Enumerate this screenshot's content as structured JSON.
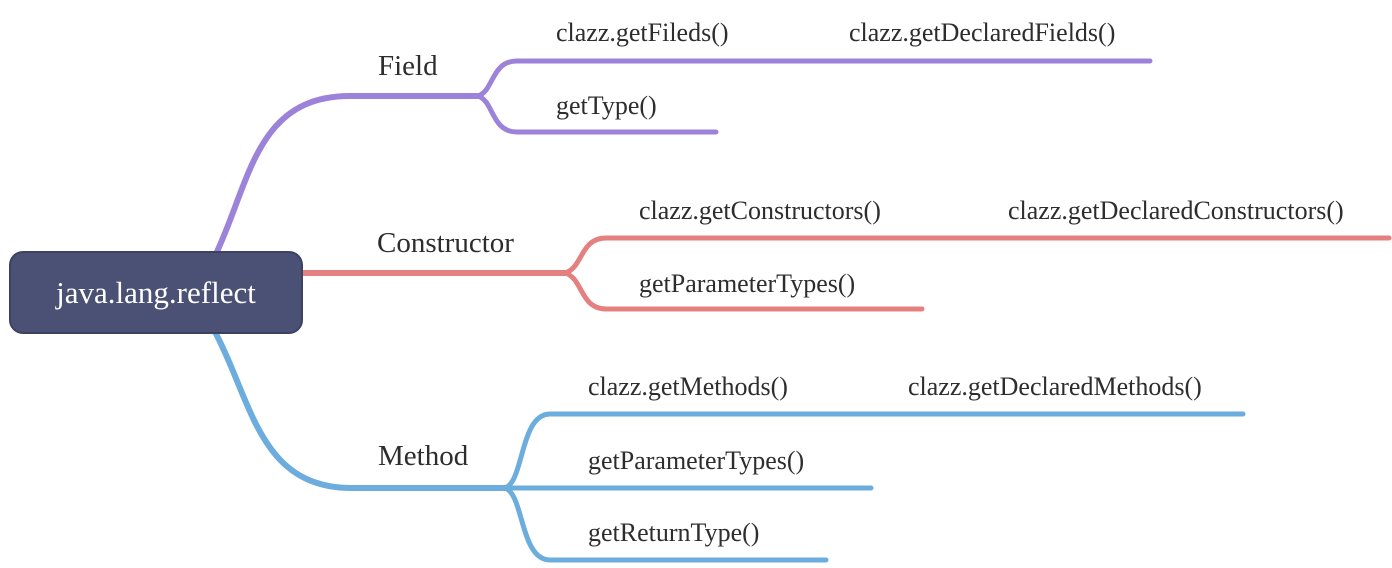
{
  "root": {
    "label": "java.lang.reflect",
    "bg_color": "#4a5174",
    "border_color": "#3c4261",
    "text_color": "#ffffff"
  },
  "branches": [
    {
      "label": "Field",
      "color": "#9c82d8",
      "children": [
        {
          "label": "clazz.getFileds()",
          "children": [
            {
              "label": "clazz.getDeclaredFields()"
            }
          ]
        },
        {
          "label": "getType()"
        }
      ]
    },
    {
      "label": "Constructor",
      "color": "#e4807f",
      "children": [
        {
          "label": "clazz.getConstructors()",
          "children": [
            {
              "label": "clazz.getDeclaredConstructors()"
            }
          ]
        },
        {
          "label": "getParameterTypes()"
        }
      ]
    },
    {
      "label": "Method",
      "color": "#6cadde",
      "children": [
        {
          "label": "clazz.getMethods()",
          "children": [
            {
              "label": "clazz.getDeclaredMethods()"
            }
          ]
        },
        {
          "label": "getParameterTypes()"
        },
        {
          "label": "getReturnType()"
        }
      ]
    }
  ],
  "text_color": "#2d2d2d",
  "background": "#ffffff"
}
